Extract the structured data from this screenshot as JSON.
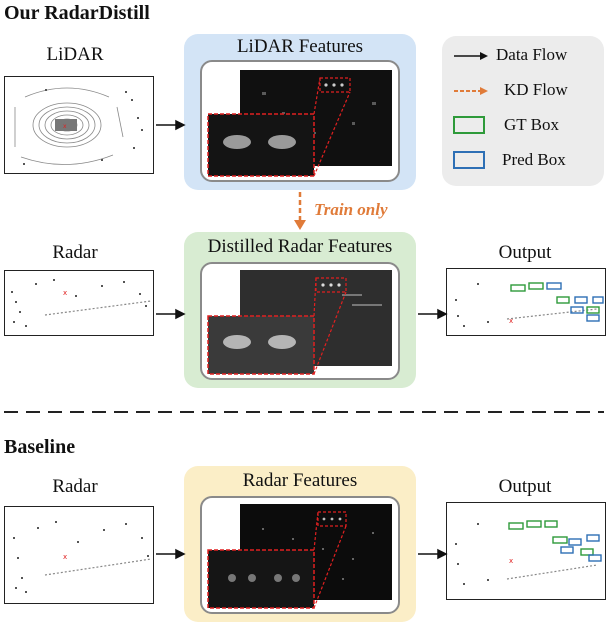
{
  "top": {
    "heading": "Our RadarDistill",
    "lidar_label": "LiDAR",
    "lidar_features_title": "LiDAR Features",
    "train_only": "Train only",
    "radar_label": "Radar",
    "distilled_title": "Distilled Radar Features",
    "output_label": "Output"
  },
  "legend": {
    "data_flow": "Data Flow",
    "kd_flow": "KD Flow",
    "gt_box": "GT Box",
    "pred_box": "Pred Box"
  },
  "bottom": {
    "heading": "Baseline",
    "radar_label": "Radar",
    "features_title": "Radar Features",
    "output_label": "Output"
  },
  "colors": {
    "lidar_panel": "#d3e4f6",
    "distilled_panel": "#d8ecd2",
    "radar_panel": "#fbeec7",
    "legend_panel": "#ececec",
    "gt_box": "#2e9a3a",
    "pred_box": "#2d6fb5",
    "kd_arrow": "#e07b39",
    "zoom": "#e02020"
  }
}
